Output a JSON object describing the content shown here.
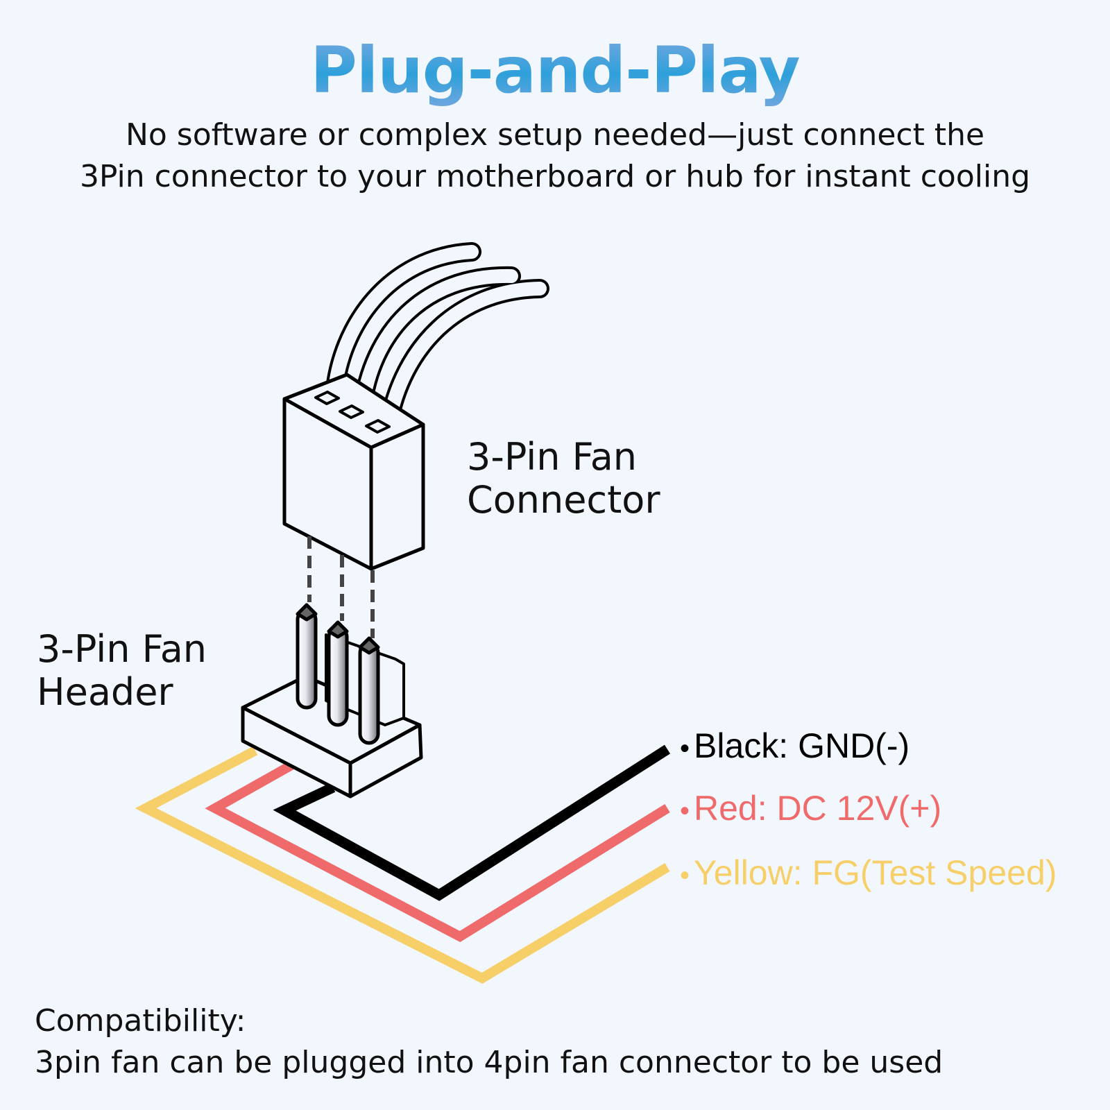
{
  "title": "Plug-and-Play",
  "subtitle": {
    "line1": "No software or complex setup needed—just connect the",
    "line2": "3Pin connector to your motherboard or hub for instant cooling"
  },
  "labels": {
    "connector_line1": "3-Pin Fan",
    "connector_line2": "Connector",
    "header_line1": "3-Pin Fan",
    "header_line2": "Header"
  },
  "wires": [
    {
      "bullet": "•",
      "text": "Black: GND(-)",
      "color": "#000000"
    },
    {
      "bullet": "•",
      "text": "Red: DC 12V(+)",
      "color": "#ef6b6b"
    },
    {
      "bullet": "•",
      "text": "Yellow: FG(Test Speed)",
      "color": "#f6cf68"
    }
  ],
  "compatibility": {
    "heading": "Compatibility:",
    "text": "3pin fan can be plugged into 4pin fan connector to be used"
  }
}
